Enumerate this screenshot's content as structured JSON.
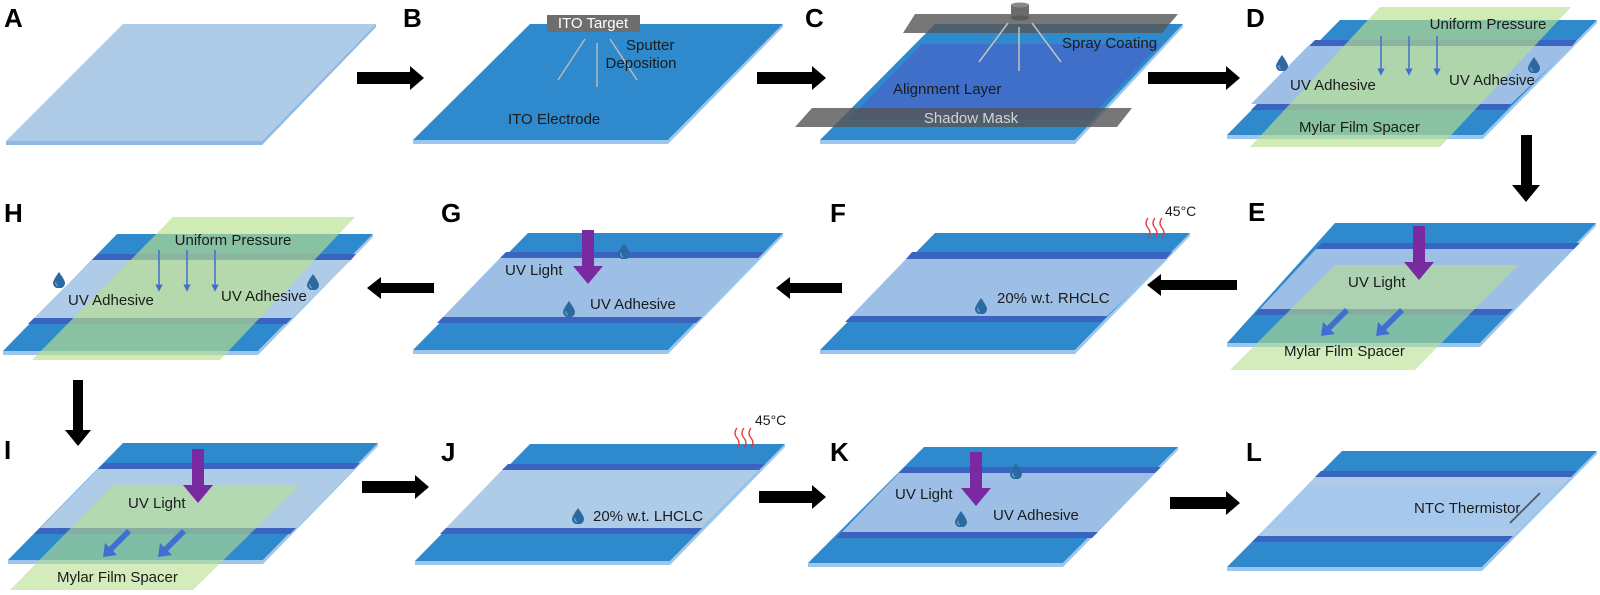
{
  "figure": {
    "colors": {
      "glass": "#aecce8",
      "glass_edge": "#8fb8e2",
      "ito": "#2e8acc",
      "ito_stripe": "#3a64c0",
      "alignment": "#3f6fc8",
      "cell_center": "#9dbfe6",
      "mylar": "#b8e08e",
      "gray": "#6e6e6e",
      "uv_arrow": "#7a2aa0",
      "press_arrow": "#3f6fd0",
      "heat": "#e03a3a",
      "drop": "#2a6aa0",
      "process_arrow": "#000000"
    },
    "panels": [
      {
        "id": "A",
        "label": "A",
        "texts": []
      },
      {
        "id": "B",
        "label": "B",
        "texts": {
          "target": "ITO Target",
          "sputter_1": "Sputter",
          "sputter_2": "Deposition",
          "electrode": "ITO Electrode"
        }
      },
      {
        "id": "C",
        "label": "C",
        "texts": {
          "spray": "Spray Coating",
          "alignment": "Alignment Layer",
          "mask": "Shadow Mask"
        }
      },
      {
        "id": "D",
        "label": "D",
        "texts": {
          "pressure": "Uniform Pressure",
          "adhesive_left": "UV Adhesive",
          "adhesive_right": "UV Adhesive",
          "spacer": "Mylar Film Spacer"
        }
      },
      {
        "id": "E",
        "label": "E",
        "texts": {
          "uv": "UV Light",
          "spacer": "Mylar Film Spacer"
        }
      },
      {
        "id": "F",
        "label": "F",
        "texts": {
          "temp": "45°C",
          "material": "20% w.t. RHCLC"
        }
      },
      {
        "id": "G",
        "label": "G",
        "texts": {
          "uv": "UV Light",
          "adhesive": "UV Adhesive"
        }
      },
      {
        "id": "H",
        "label": "H",
        "texts": {
          "pressure": "Uniform Pressure",
          "adhesive_left": "UV Adhesive",
          "adhesive_right": "UV Adhesive"
        }
      },
      {
        "id": "I",
        "label": "I",
        "texts": {
          "uv": "UV Light",
          "spacer": "Mylar Film Spacer"
        }
      },
      {
        "id": "J",
        "label": "J",
        "texts": {
          "temp": "45°C",
          "material": "20% w.t. LHCLC"
        }
      },
      {
        "id": "K",
        "label": "K",
        "texts": {
          "uv": "UV Light",
          "adhesive": "UV Adhesive"
        }
      },
      {
        "id": "L",
        "label": "L",
        "texts": {
          "sensor": "NTC Thermistor"
        }
      }
    ],
    "flow": [
      "A",
      "B",
      "C",
      "D",
      "E",
      "F",
      "G",
      "H",
      "I",
      "J",
      "K",
      "L"
    ]
  }
}
